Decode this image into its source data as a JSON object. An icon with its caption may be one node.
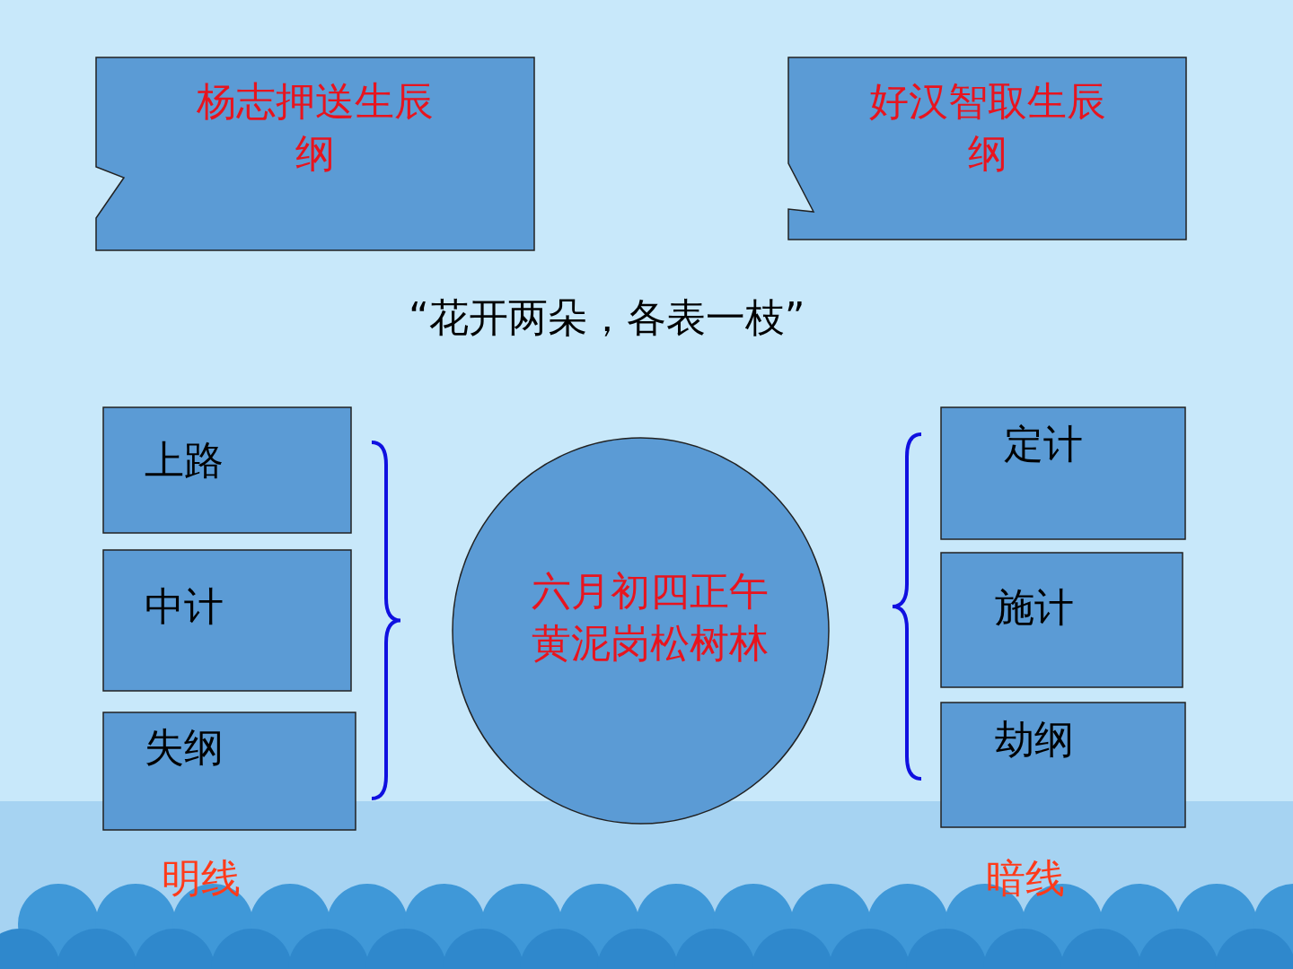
{
  "diagram": {
    "nodes": [
      {
        "text": [
          "杨志押送生辰纲"
        ]
      },
      {
        "text": [
          "好汉智取生辰纲"
        ]
      },
      {
        "text": [
          "上路"
        ]
      },
      {
        "text": [
          "中计"
        ]
      },
      {
        "text": [
          "失纲"
        ]
      },
      {
        "text": [
          "六月初四正午黄泥岗松树林"
        ]
      },
      {
        "text": [
          "定计"
        ]
      },
      {
        "text": [
          "施计"
        ]
      },
      {
        "text": [
          "劫纲"
        ]
      }
    ],
    "edges": [],
    "labels": [
      "“花开两朵，各表一枝”",
      "明线",
      "暗线"
    ]
  }
}
